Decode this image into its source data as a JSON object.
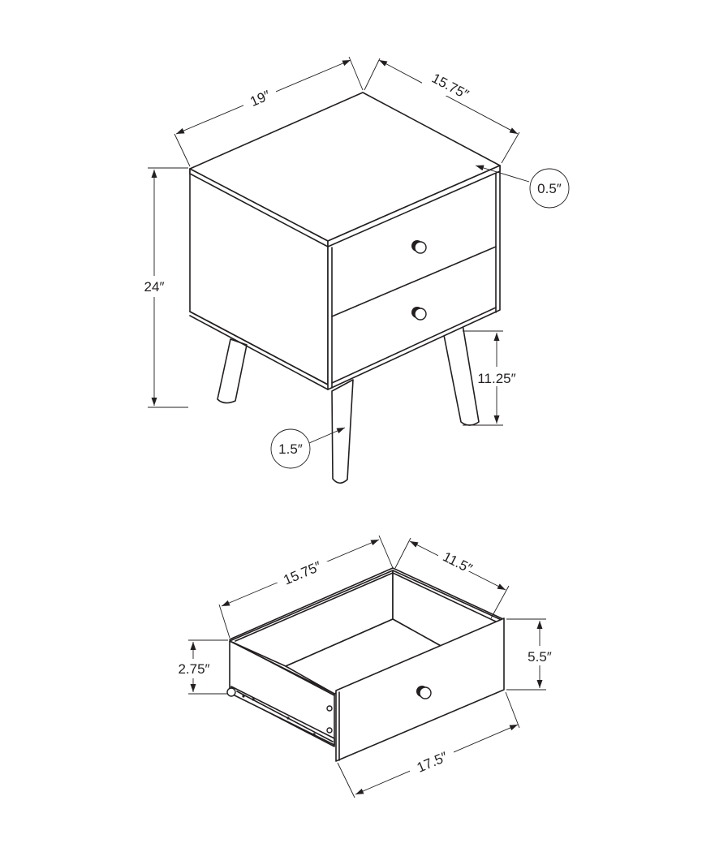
{
  "diagram": {
    "subject": "Two-drawer nightstand with tapered legs",
    "nightstand": {
      "width_label": "19″",
      "depth_label": "15.75″",
      "top_thickness_label": "0.5″",
      "height_label": "24″",
      "leg_height_label": "11.25″",
      "leg_diameter_label": "1.5″",
      "drawer_count": 2
    },
    "drawer": {
      "inner_width_label": "15.75″",
      "inner_depth_label": "11.5″",
      "side_height_label": "2.75″",
      "front_height_label": "5.5″",
      "front_width_label": "17.5″"
    },
    "colors": {
      "line": "#231f20",
      "background": "#ffffff"
    }
  }
}
